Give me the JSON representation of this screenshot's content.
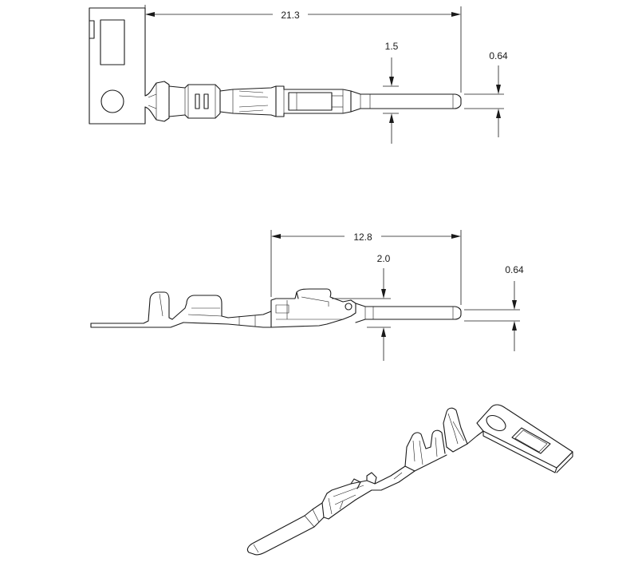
{
  "dimensions": {
    "top_view": {
      "overall_length": "21.3",
      "pin_height": "1.5",
      "tip_thickness": "0.64"
    },
    "side_view": {
      "mating_length": "12.8",
      "body_height": "2.0",
      "tip_thickness": "0.64"
    }
  }
}
